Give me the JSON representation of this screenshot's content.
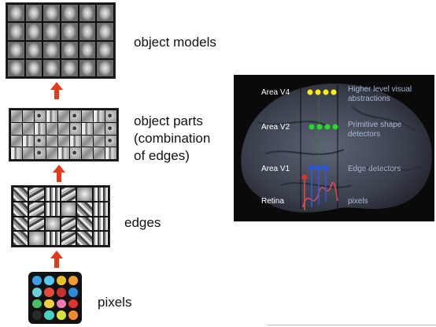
{
  "hierarchy": {
    "object_models": "object models",
    "object_parts": [
      "object parts",
      "(combination",
      "of edges)"
    ],
    "edges": "edges",
    "pixels": "pixels"
  },
  "brain": {
    "layers": [
      {
        "area": "Area V4",
        "description": [
          "Higher level visual",
          "abstractions"
        ],
        "dot_color": "#ffee00"
      },
      {
        "area": "Area V2",
        "description": [
          "Primitive shape",
          "detectors"
        ],
        "dot_color": "#22dd22"
      },
      {
        "area": "Area V1",
        "description": [
          "Edge detectors"
        ],
        "dot_color": "#2255ee"
      },
      {
        "area": "Retina",
        "description": [
          "pixels"
        ],
        "dot_color": "#dd3333"
      }
    ]
  },
  "colors": {
    "arrow": "#e23a1a",
    "pixel_dots": [
      "#3aa0e8",
      "#56c8f0",
      "#e8c02a",
      "#f29a2a",
      "#6ad0e0",
      "#e84a3a",
      "#c83030",
      "#2a8ae0",
      "#4ac060",
      "#f0d040",
      "#f07ab0",
      "#e03030",
      "#2a2a2a",
      "#4ad0c0",
      "#d8e040",
      "#f08a30"
    ]
  }
}
